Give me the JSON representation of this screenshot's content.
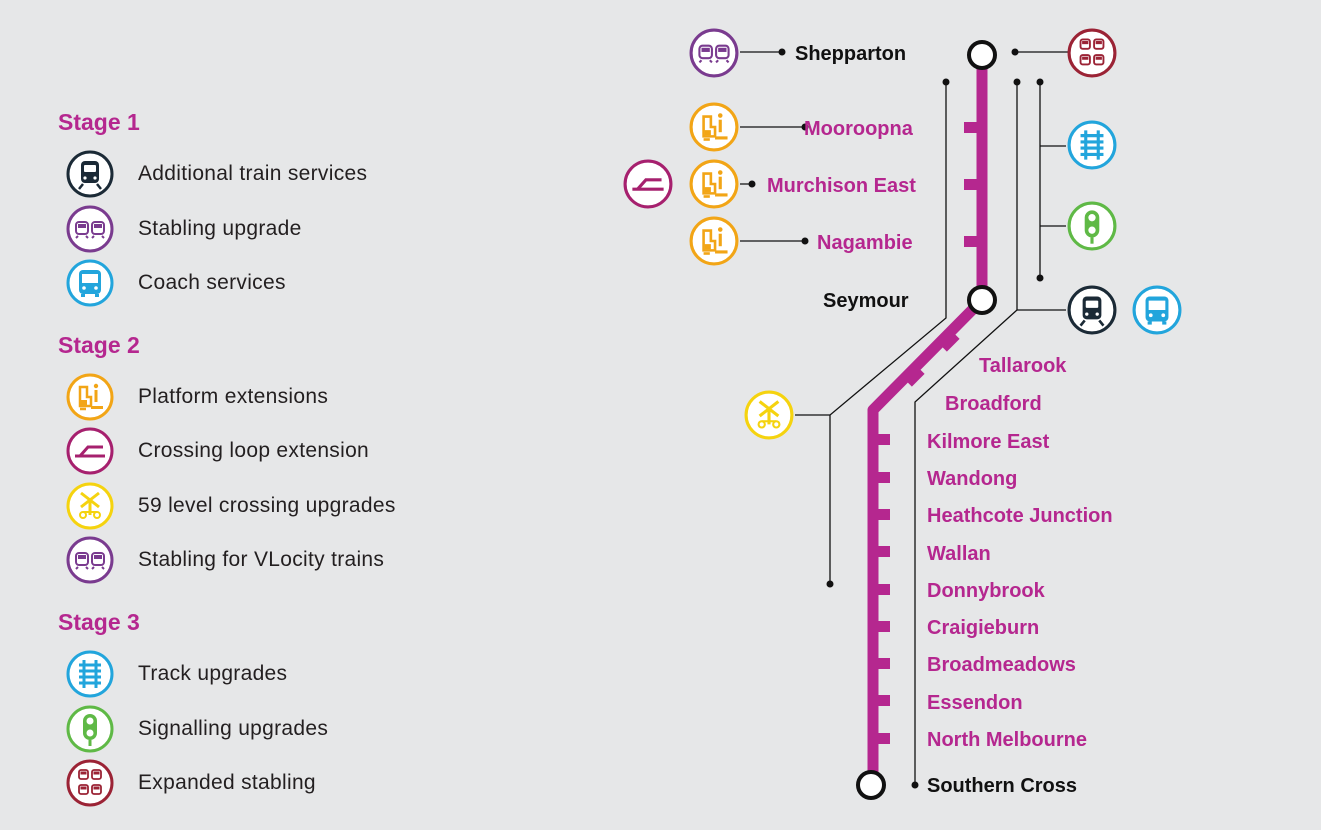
{
  "legend": {
    "stages": [
      {
        "title": "Stage 1",
        "items": [
          {
            "icon": "train-icon",
            "label": "Additional train services",
            "color": "#1b2a36"
          },
          {
            "icon": "stabling-icon",
            "label": "Stabling upgrade",
            "color": "#7a3b8f"
          },
          {
            "icon": "coach-icon",
            "label": "Coach services",
            "color": "#22a5dc"
          }
        ]
      },
      {
        "title": "Stage 2",
        "items": [
          {
            "icon": "platform-icon",
            "label": "Platform extensions",
            "color": "#f2a516"
          },
          {
            "icon": "crossing-loop-icon",
            "label": "Crossing loop extension",
            "color": "#a6206e"
          },
          {
            "icon": "level-crossing-icon",
            "label": "59 level crossing upgrades",
            "color": "#f5d30f"
          },
          {
            "icon": "stabling-icon",
            "label": "Stabling for VLocity trains",
            "color": "#7a3b8f"
          }
        ]
      },
      {
        "title": "Stage 3",
        "items": [
          {
            "icon": "track-icon",
            "label": "Track upgrades",
            "color": "#22a5dc"
          },
          {
            "icon": "signal-icon",
            "label": "Signalling upgrades",
            "color": "#5fb946"
          },
          {
            "icon": "expanded-stabling-icon",
            "label": "Expanded stabling",
            "color": "#9b2335"
          }
        ]
      }
    ]
  },
  "line_color": "#b5278f",
  "stations": {
    "shepparton": "Shepparton",
    "mooroopna": "Mooroopna",
    "murchison_east": "Murchison East",
    "nagambie": "Nagambie",
    "seymour": "Seymour",
    "tallarook": "Tallarook",
    "broadford": "Broadford",
    "kilmore_east": "Kilmore East",
    "wandong": "Wandong",
    "heathcote_junction": "Heathcote Junction",
    "wallan": "Wallan",
    "donnybrook": "Donnybrook",
    "craigieburn": "Craigieburn",
    "broadmeadows": "Broadmeadows",
    "essendon": "Essendon",
    "north_melbourne": "North Melbourne",
    "southern_cross": "Southern Cross"
  }
}
